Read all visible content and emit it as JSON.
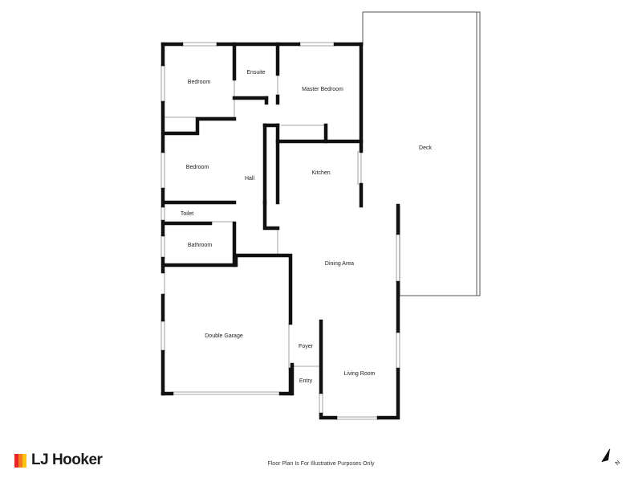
{
  "plan": {
    "rooms": [
      {
        "key": "bedroom1",
        "label": "Bedroom"
      },
      {
        "key": "ensuite",
        "label": "Ensuite"
      },
      {
        "key": "master",
        "label": "Master Bedroom"
      },
      {
        "key": "deck",
        "label": "Deck"
      },
      {
        "key": "bedroom2",
        "label": "Bedroom"
      },
      {
        "key": "hall",
        "label": "Hall"
      },
      {
        "key": "kitchen",
        "label": "Kitchen"
      },
      {
        "key": "toilet",
        "label": "Toilet"
      },
      {
        "key": "bathroom",
        "label": "Bathroom"
      },
      {
        "key": "dining",
        "label": "Dining Area"
      },
      {
        "key": "garage",
        "label": "Double Garage"
      },
      {
        "key": "foyer",
        "label": "Foyer"
      },
      {
        "key": "living",
        "label": "Living Room"
      },
      {
        "key": "entry",
        "label": "Entry"
      }
    ],
    "disclaimer": "Floor Plan Is For Illustrative Purposes Only"
  },
  "brand": {
    "name": "LJ Hooker",
    "colors": [
      "#e8262a",
      "#f47b20",
      "#ffc20e"
    ]
  },
  "compass": {
    "letter": "N",
    "icon": "north-arrow-icon"
  }
}
